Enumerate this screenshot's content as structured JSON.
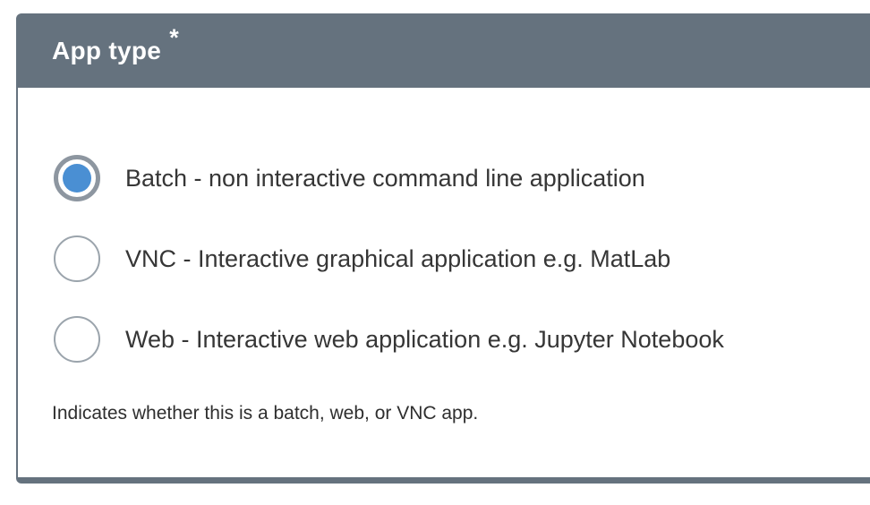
{
  "panel": {
    "title": "App type",
    "required_marker": "*",
    "options": [
      {
        "label": "Batch - non interactive command line application",
        "selected": true
      },
      {
        "label": "VNC - Interactive graphical application e.g. MatLab",
        "selected": false
      },
      {
        "label": "Web - Interactive web application e.g. Jupyter Notebook",
        "selected": false
      }
    ],
    "help_text": "Indicates whether this is a batch, web, or VNC app.",
    "colors": {
      "header_bg": "#65727e",
      "ring_selected": "#8d96a0",
      "ring_unselected": "#9ba4ac",
      "selected_fill": "#4a8fd3"
    }
  }
}
